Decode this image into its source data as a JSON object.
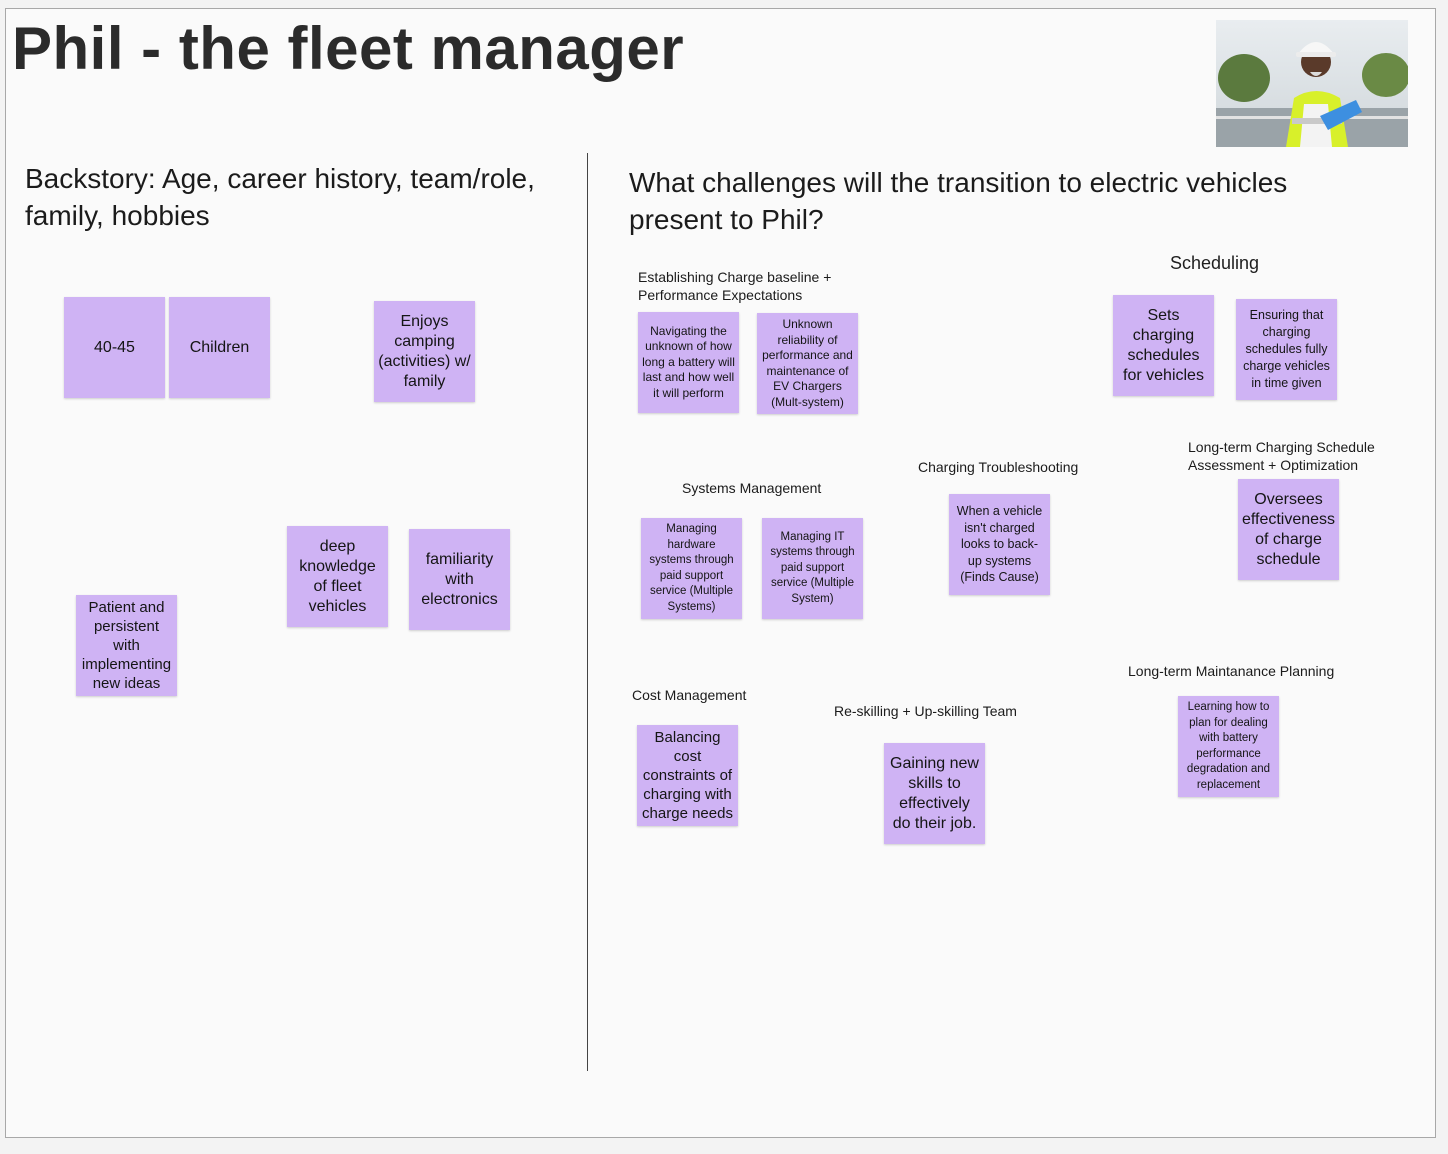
{
  "title": "Phil - the fleet manager",
  "photo": {
    "icon": "fleet-manager-photo"
  },
  "left_heading": "Backstory: Age, career history, team/role, family, hobbies",
  "right_heading": "What challenges will the transition to electric vehicles present to Phil?",
  "backstory_notes": {
    "age": "40-45",
    "children": "Children",
    "camping": "Enjoys\ncamping\n(activities) w/\nfamily",
    "knowledge": "deep\nknowledge\nof fleet\nvehicles",
    "electronics": "familiarity\nwith\nelectronics",
    "patient": "Patient and\npersistent\nwith\nimplementing\nnew ideas"
  },
  "groups": {
    "baseline": {
      "label": "Establishing Charge baseline +\nPerformance Expectations",
      "notes": [
        "Navigating the\nunknown of how\nlong a battery will\nlast and how well\nit will perform",
        "Unknown\nreliability of\nperformance and\nmaintenance of\nEV Chargers\n(Mult-system)"
      ]
    },
    "scheduling": {
      "label": "Scheduling",
      "notes": [
        "Sets\ncharging\nschedules\nfor vehicles",
        "Ensuring that\ncharging\nschedules fully\ncharge vehicles\nin time given"
      ]
    },
    "systems": {
      "label": "Systems Management",
      "notes": [
        "Managing\nhardware\nsystems through\npaid support\nservice (Multiple\nSystems)",
        "Managing IT\nsystems through\npaid support\nservice (Multiple\nSystem)"
      ]
    },
    "troubleshooting": {
      "label": "Charging Troubleshooting",
      "notes": [
        "When a vehicle\nisn't charged\nlooks to back-\nup systems\n(Finds Cause)"
      ]
    },
    "longterm_schedule": {
      "label": "Long-term Charging Schedule\nAssessment + Optimization",
      "notes": [
        "Oversees\neffectiveness\nof charge\nschedule"
      ]
    },
    "cost": {
      "label": "Cost Management",
      "notes": [
        "Balancing\ncost\nconstraints of\ncharging with\ncharge needs"
      ]
    },
    "reskilling": {
      "label": "Re-skilling + Up-skilling Team",
      "notes": [
        "Gaining new\nskills to\neffectively\ndo their job."
      ]
    },
    "maintenance": {
      "label": "Long-term Maintanance Planning",
      "notes": [
        "Learning how to\nplan for dealing\nwith battery\nperformance\ndegradation and\nreplacement"
      ]
    }
  },
  "colors": {
    "sticky_note": "#cfb3f4",
    "board_bg": "#fafafa"
  }
}
